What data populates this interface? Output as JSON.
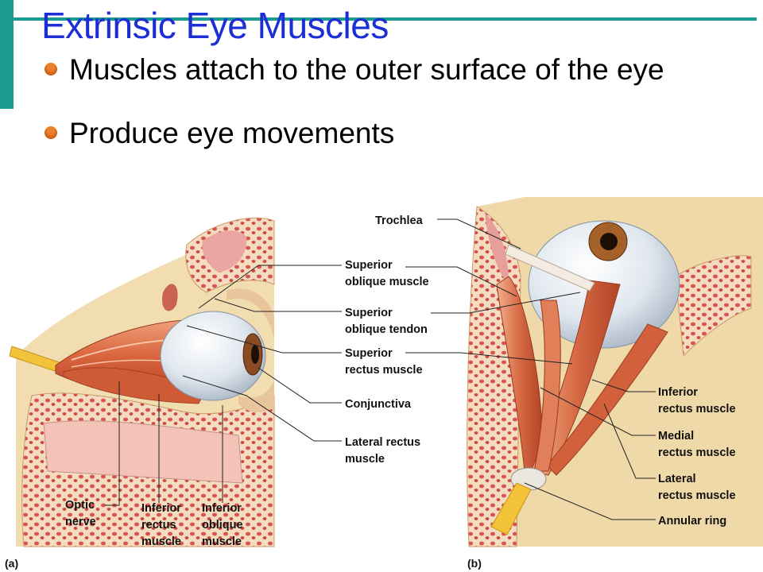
{
  "slide": {
    "title": "Extrinsic Eye Muscles",
    "bullets": [
      {
        "text": "Muscles attach to the outer surface of the eye"
      },
      {
        "text": "Produce eye movements"
      }
    ],
    "colors": {
      "accent": "#1a9b90",
      "title": "#1c2ed6",
      "bullet": "#ef7f2a"
    }
  },
  "figure": {
    "panel_a": {
      "label": "(a)",
      "labels": {
        "superior_oblique_muscle": [
          "Superior",
          "oblique muscle"
        ],
        "superior_oblique_tendon": [
          "Superior",
          "oblique tendon"
        ],
        "superior_rectus_muscle": [
          "Superior",
          "rectus muscle"
        ],
        "conjunctiva": [
          "Conjunctiva"
        ],
        "lateral_rectus_muscle": [
          "Lateral rectus",
          "muscle"
        ],
        "optic_nerve": [
          "Optic",
          "nerve"
        ],
        "inferior_rectus_muscle": [
          "Inferior",
          "rectus",
          "muscle"
        ],
        "inferior_oblique_muscle": [
          "Inferior",
          "oblique",
          "muscle"
        ]
      }
    },
    "panel_b": {
      "label": "(b)",
      "labels": {
        "trochlea": [
          "Trochlea"
        ],
        "inferior_rectus_muscle": [
          "Inferior",
          "rectus muscle"
        ],
        "medial_rectus_muscle": [
          "Medial",
          "rectus muscle"
        ],
        "lateral_rectus_muscle": [
          "Lateral",
          "rectus muscle"
        ],
        "annular_ring": [
          "Annular ring"
        ]
      }
    }
  }
}
